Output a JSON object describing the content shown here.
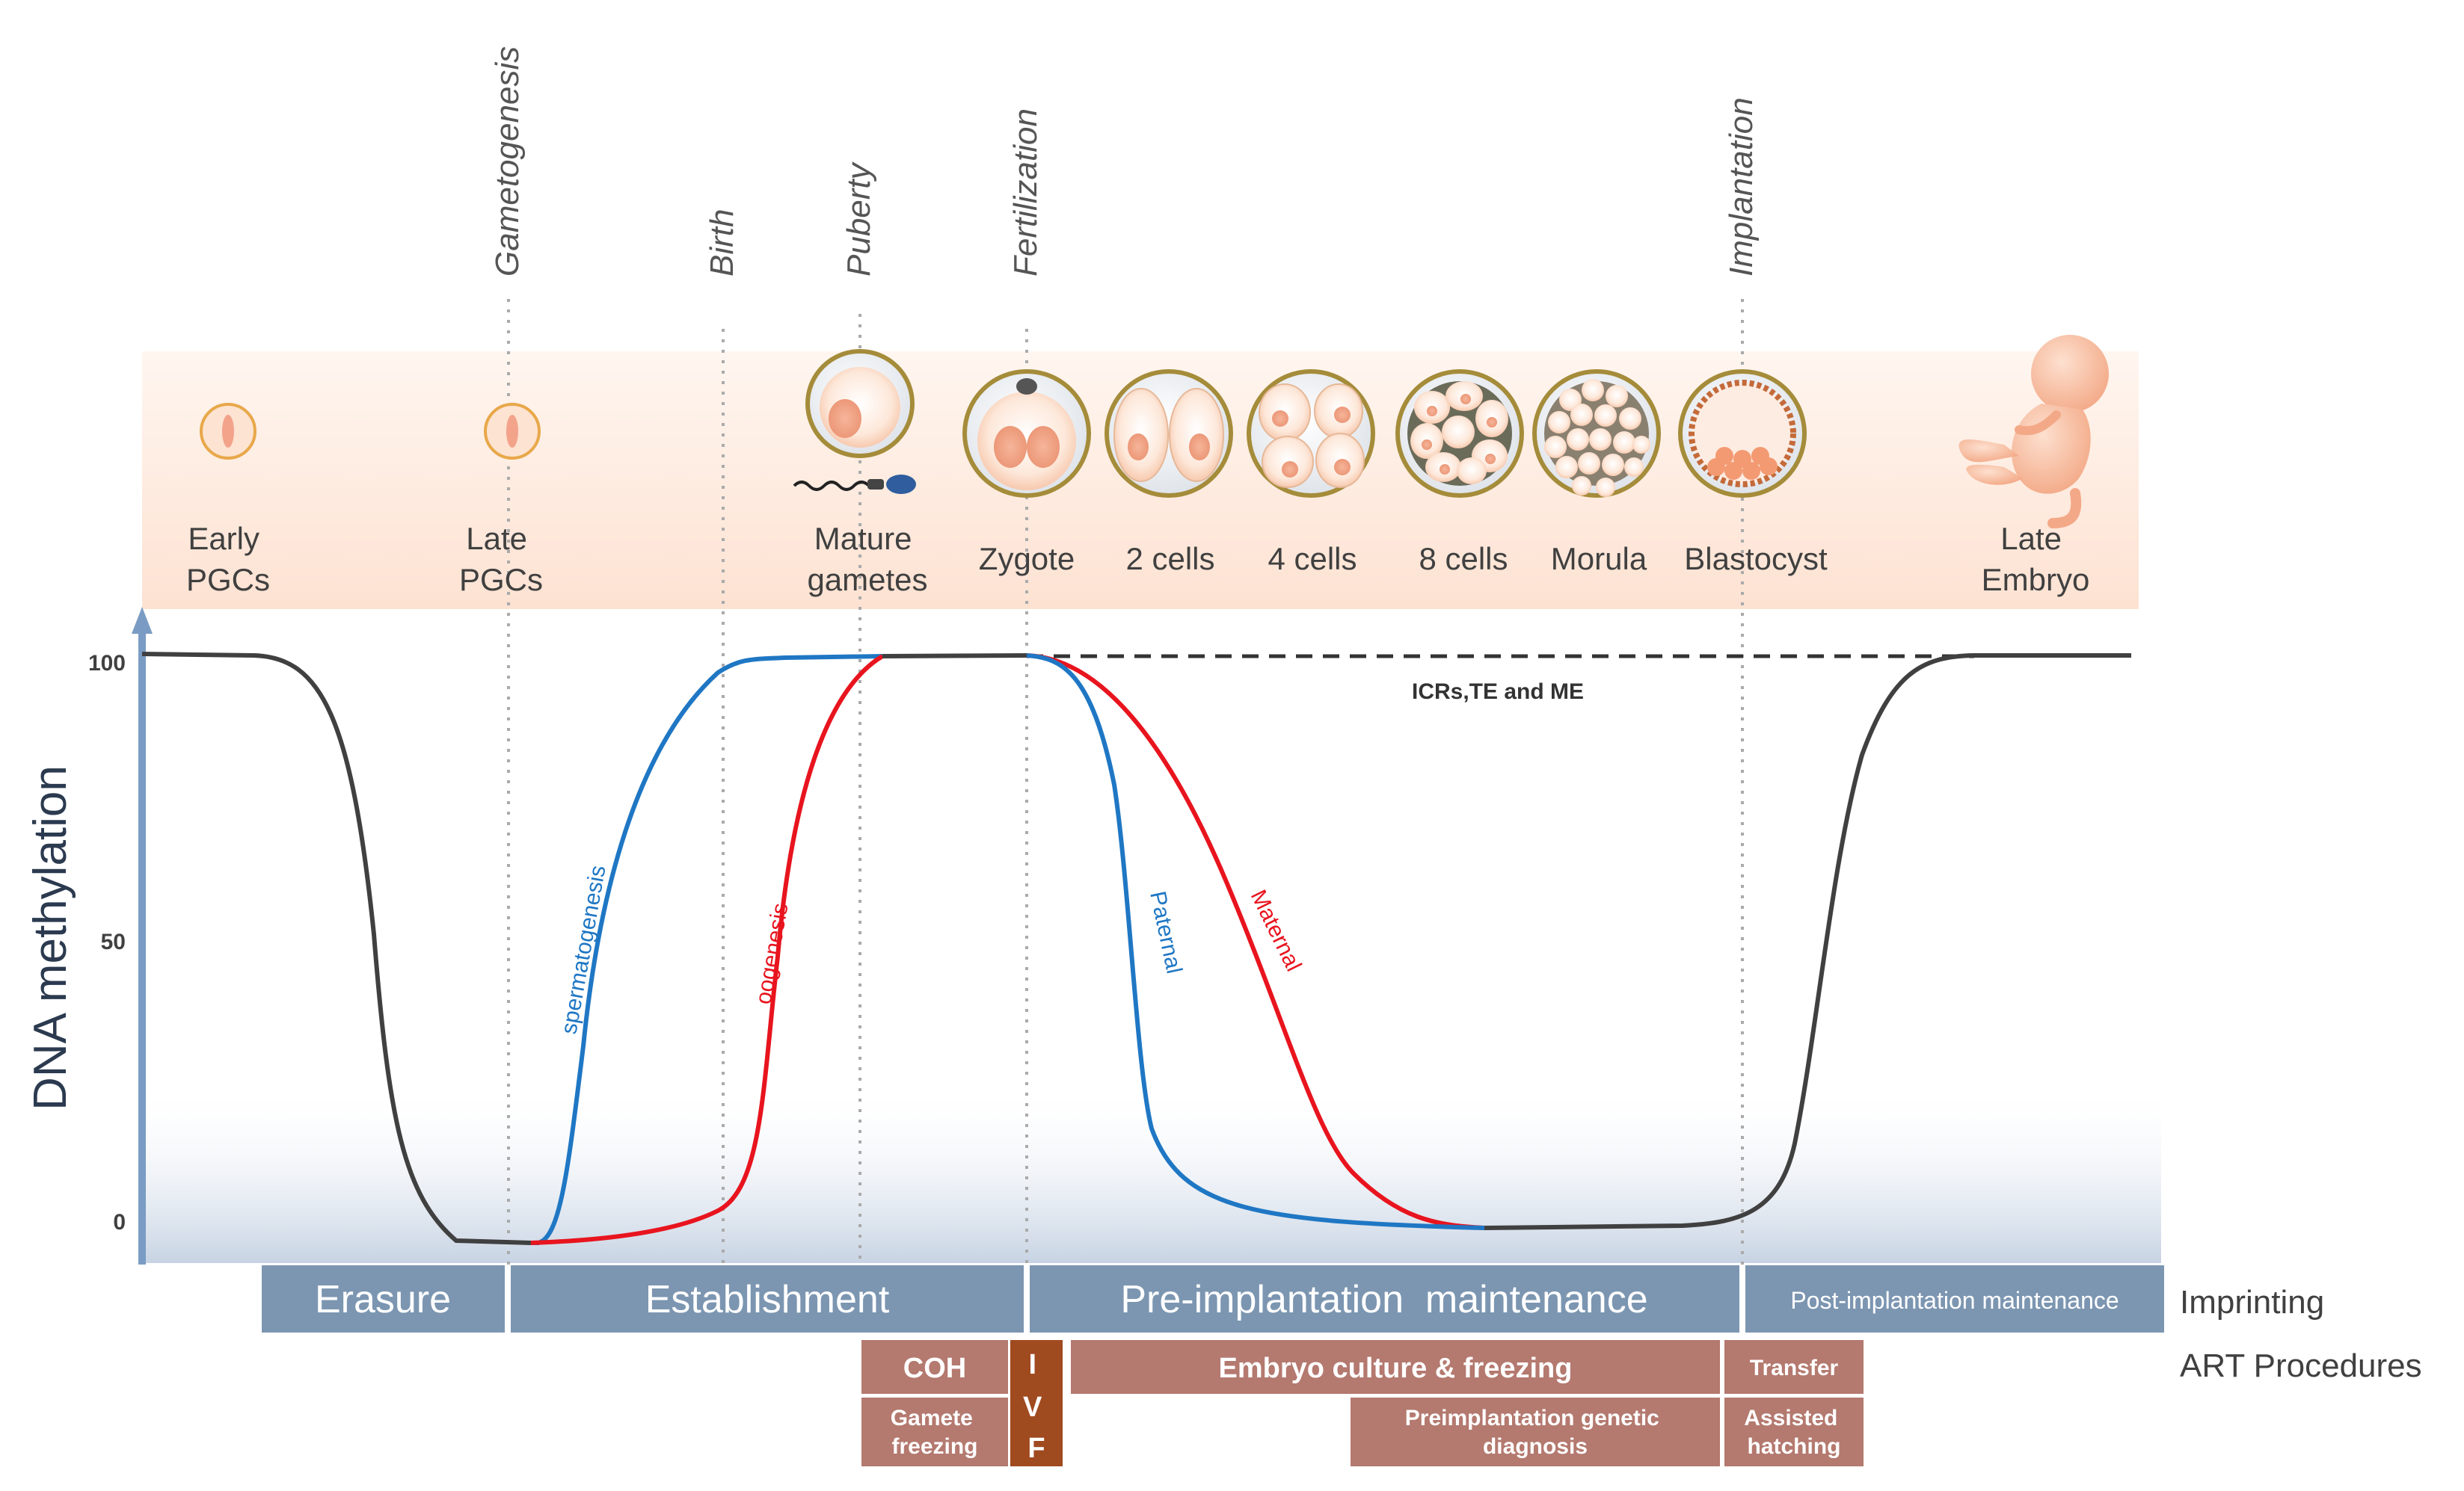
{
  "events": [
    "Gametogenesis",
    "Birth",
    "Puberty",
    "Fertilization",
    "Implantation"
  ],
  "stages": {
    "early_pgcs": [
      "Early",
      "PGCs"
    ],
    "late_pgcs": [
      "Late",
      "PGCs"
    ],
    "mature_gametes": [
      "Mature",
      "gametes"
    ],
    "zygote": "Zygote",
    "two_cells": "2 cells",
    "four_cells": "4 cells",
    "eight_cells": "8 cells",
    "morula": "Morula",
    "blastocyst": "Blastocyst",
    "late_embryo": [
      "Late",
      "Embryo"
    ]
  },
  "axis": {
    "ylabel": "DNA methylation",
    "ticks": [
      "100",
      "50",
      "0"
    ]
  },
  "curve_labels": {
    "imprinted": "ICRs,TE and ME",
    "spermatogenesis": "spermatogenesis",
    "oogenesis": "oogenesis",
    "paternal": "Paternal",
    "maternal": "Maternal"
  },
  "imprinting": {
    "row_label": "Imprinting",
    "phases": [
      "Erasure",
      "Establishment",
      "Pre-implantation  maintenance",
      "Post-implantation maintenance"
    ]
  },
  "art": {
    "row_label": "ART Procedures",
    "coh": "COH",
    "gamete_freezing": [
      "Gamete",
      "freezing"
    ],
    "ivf": [
      "I",
      "V",
      "F"
    ],
    "embryo_culture": "Embryo culture & freezing",
    "pgd": [
      "Preimplantation genetic",
      "diagnosis"
    ],
    "transfer": "Transfer",
    "assisted_hatching": [
      "Assisted",
      "hatching"
    ]
  },
  "colors": {
    "curve_gray": "#404040",
    "paternal_blue": "#1f77c4",
    "maternal_red": "#e8141e",
    "imprinting_band": "#7c96b1",
    "art_box": "#b4796f",
    "ivf_box": "#a04a20",
    "cell_outline": "#c8a455"
  }
}
